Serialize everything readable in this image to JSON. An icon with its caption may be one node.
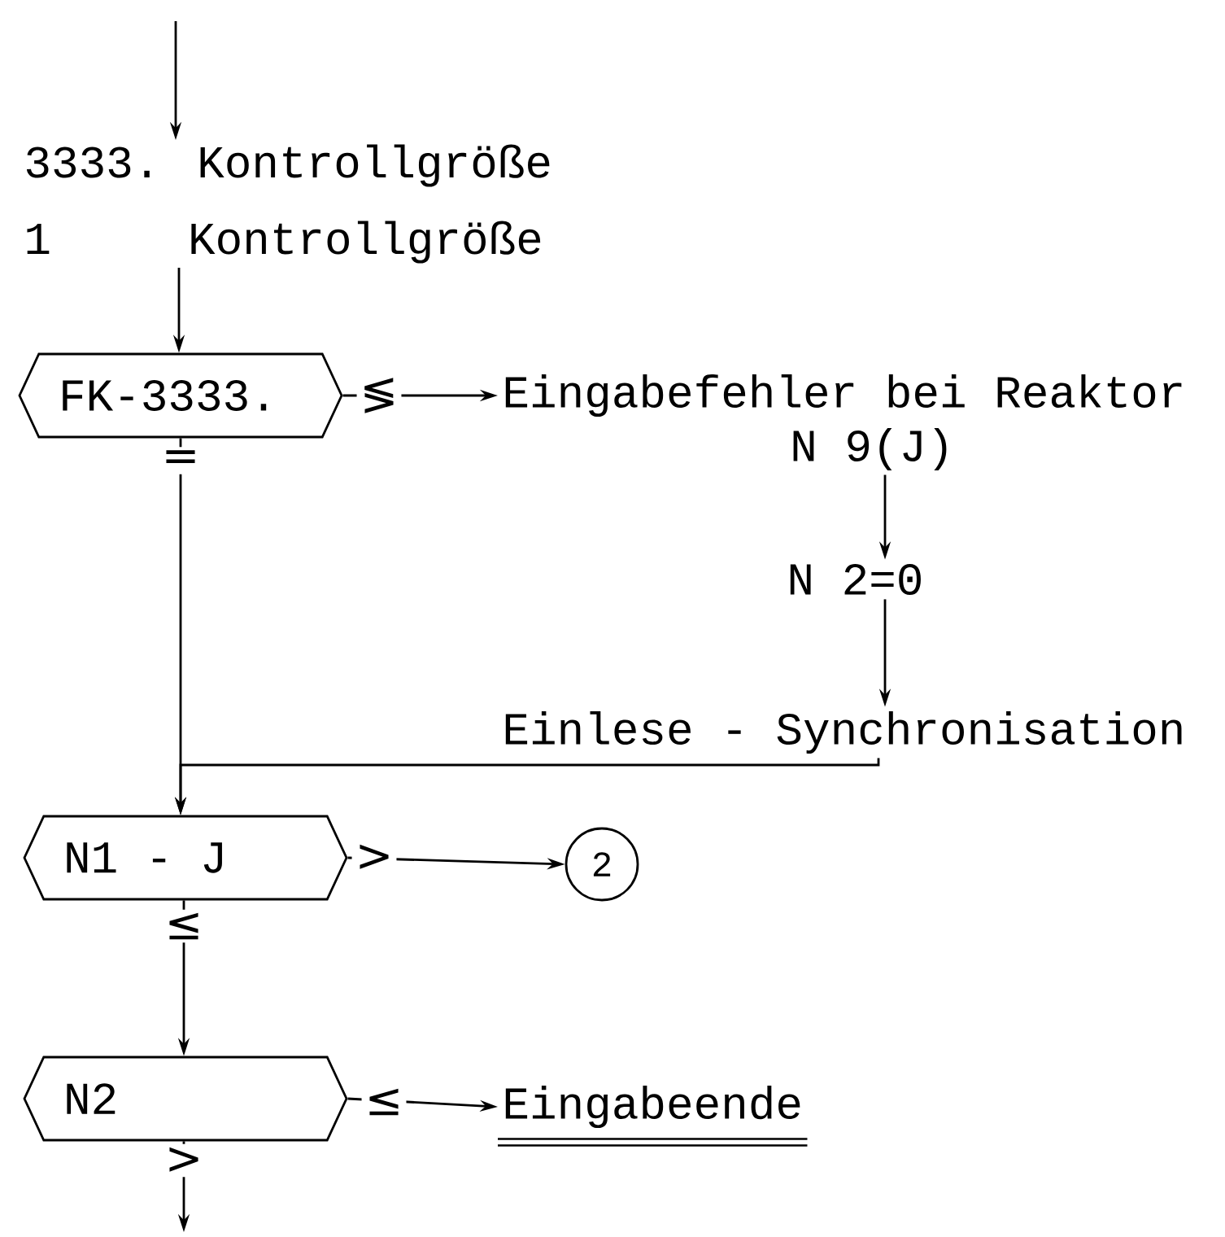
{
  "diagram": {
    "nodes": [
      {
        "text": [
          "3333. Kontrollgröße",
          "1",
          "Kontrollgröße"
        ]
      },
      {
        "text": [
          "FK-3333."
        ]
      },
      {
        "text": [
          "Eingabefehler bei Reaktor"
        ]
      },
      {
        "text": [
          "N 9(J)"
        ]
      },
      {
        "text": [
          "N 2=0"
        ]
      },
      {
        "text": [
          "Einlese - Synchronisation"
        ]
      },
      {
        "text": [
          "N1 - J"
        ]
      },
      {
        "text": [
          "2"
        ]
      },
      {
        "text": [
          "N2"
        ]
      },
      {
        "text": [
          "Eingabeende"
        ]
      }
    ],
    "edges": [
      {
        "from": null,
        "to": 0,
        "arrow": "to"
      },
      {
        "from": 0,
        "to": 1,
        "arrow": "to"
      },
      {
        "from": 1,
        "to": 2,
        "arrow": "to",
        "label": "≶"
      },
      {
        "from": 1,
        "to": 6,
        "arrow": "to",
        "label": "="
      },
      {
        "from": 3,
        "to": 4,
        "arrow": "to"
      },
      {
        "from": 4,
        "to": 5,
        "arrow": "to"
      },
      {
        "from": 5,
        "to": 6,
        "arrow": "to"
      },
      {
        "from": 6,
        "to": 7,
        "arrow": "to",
        "label": ">"
      },
      {
        "from": 6,
        "to": 8,
        "arrow": "to",
        "label": "≤"
      },
      {
        "from": 8,
        "to": 9,
        "arrow": "to",
        "label": "≤"
      },
      {
        "from": 8,
        "to": null,
        "arrow": "to",
        "label": ">"
      }
    ]
  }
}
